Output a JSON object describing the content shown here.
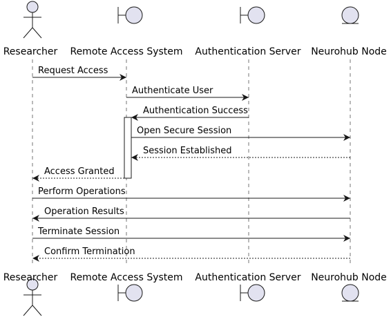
{
  "participants": [
    {
      "id": "researcher",
      "name": "Researcher",
      "kind": "actor"
    },
    {
      "id": "ras",
      "name": "Remote Access System",
      "kind": "boundary"
    },
    {
      "id": "auth",
      "name": "Authentication Server",
      "kind": "boundary"
    },
    {
      "id": "hub",
      "name": "Neurohub Node",
      "kind": "entity"
    }
  ],
  "messages": [
    {
      "from": "researcher",
      "to": "ras",
      "label": "Request Access",
      "style": "solid"
    },
    {
      "from": "ras",
      "to": "auth",
      "label": "Authenticate User",
      "style": "solid"
    },
    {
      "from": "auth",
      "to": "ras",
      "label": "Authentication Success",
      "style": "solid"
    },
    {
      "from": "ras",
      "to": "hub",
      "label": "Open Secure Session",
      "style": "solid"
    },
    {
      "from": "hub",
      "to": "ras",
      "label": "Session Established",
      "style": "dashed"
    },
    {
      "from": "ras",
      "to": "researcher",
      "label": "Access Granted",
      "style": "dashed"
    },
    {
      "from": "researcher",
      "to": "hub",
      "label": "Perform Operations",
      "style": "solid"
    },
    {
      "from": "hub",
      "to": "researcher",
      "label": "Operation Results",
      "style": "solid"
    },
    {
      "from": "researcher",
      "to": "hub",
      "label": "Terminate Session",
      "style": "solid"
    },
    {
      "from": "hub",
      "to": "researcher",
      "label": "Confirm Termination",
      "style": "dashed"
    }
  ],
  "colors": {
    "icon_fill": "#E2E2F0",
    "icon_stroke": "#181818",
    "lifeline": "#181818",
    "arrow": "#181818",
    "activation_fill": "#FFFFFF"
  }
}
